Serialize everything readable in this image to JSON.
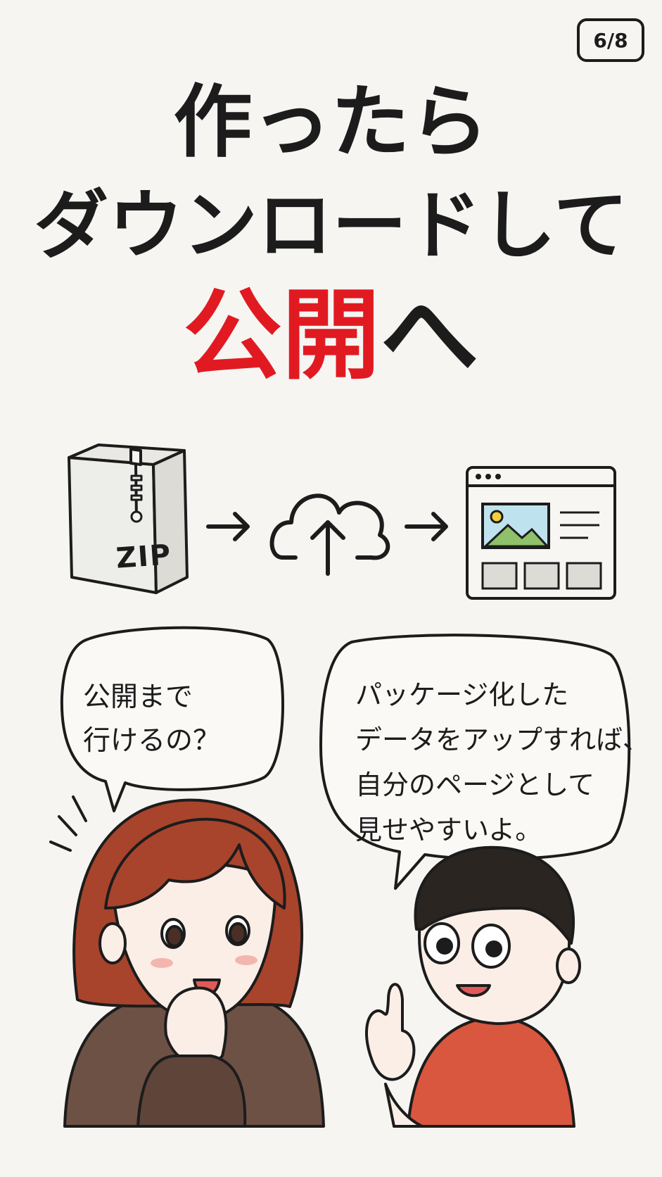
{
  "page_indicator": "6/8",
  "title": {
    "line1": "作ったら",
    "line2": "ダウンロードして",
    "line3_accent": "公開",
    "line3_rest": "へ"
  },
  "flow": {
    "zip_label": "ZIP",
    "steps": [
      "zip-box-icon",
      "cloud-upload-icon",
      "webpage-icon"
    ]
  },
  "bubbles": {
    "girl": [
      "公開まで",
      "行けるの？"
    ],
    "boy": [
      "パッケージ化した",
      "データをアップすれば、",
      "自分のページとして",
      "見せやすいよ。"
    ]
  },
  "colors": {
    "background": "#f6f5f2",
    "ink": "#1c1c1c",
    "accent_red": "#e11a22",
    "girl_hair": "#a8442c",
    "girl_hoodie": "#6e5145",
    "boy_shirt": "#d9573e",
    "boy_hair": "#2a2521",
    "skin": "#fbeee6"
  }
}
